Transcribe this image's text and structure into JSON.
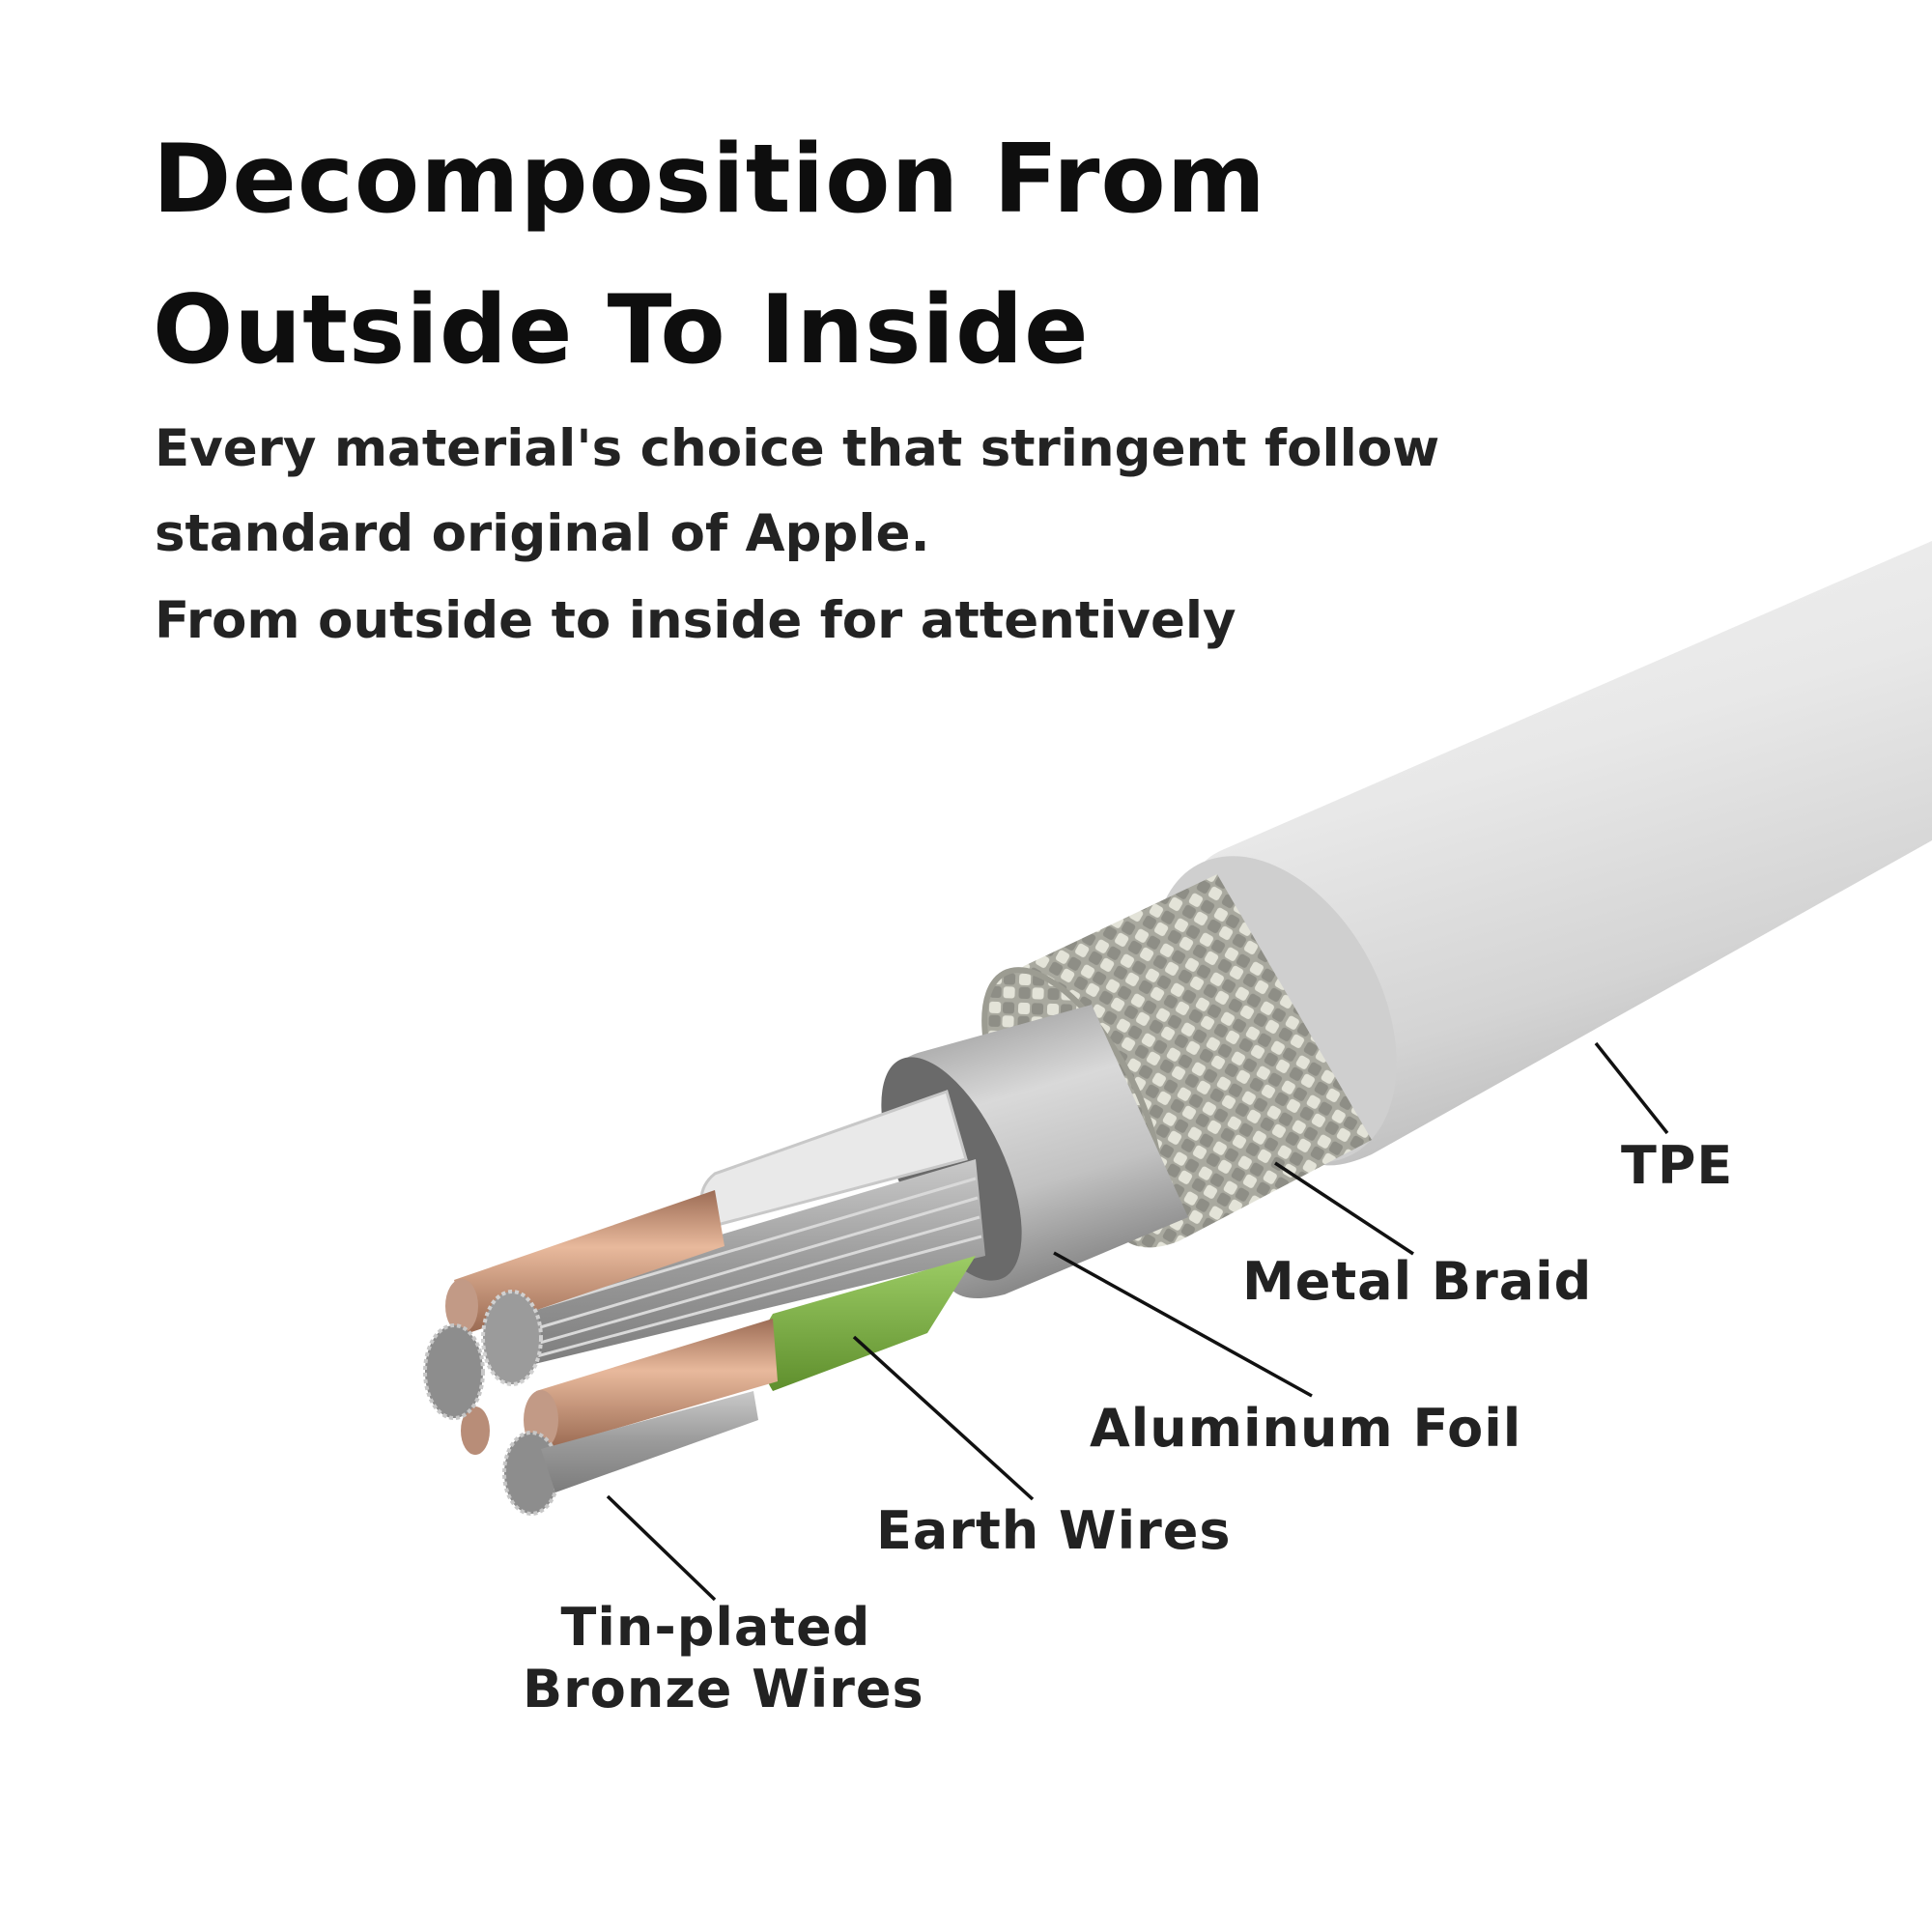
{
  "header": {
    "title_line1": "Decomposition From",
    "title_line2": "Outside To Inside",
    "subtitle_line1": "Every material's choice that stringent follow",
    "subtitle_line2": "standard original of Apple.",
    "subtitle_line3": "From outside to inside for attentively"
  },
  "diagram": {
    "subject": "cable cross-section",
    "labels": {
      "tpe": "TPE",
      "metal_braid": "Metal Braid",
      "aluminum_foil": "Aluminum Foil",
      "earth_wires": "Earth Wires",
      "tin_plated_line1": "Tin-plated",
      "tin_plated_line2": "Bronze Wires"
    },
    "layers_outside_to_inside": [
      "TPE",
      "Metal Braid",
      "Aluminum Foil",
      "Earth Wires",
      "Tin-plated Bronze Wires"
    ],
    "colors": {
      "jacket": "#e6e6e6",
      "braid": "#bdbdb4",
      "foil": "#b8b8b8",
      "copper": "#c9957a",
      "green_insulation": "#7cb342",
      "strand_gray": "#9a9a9a",
      "leader_line": "#111111",
      "text": "#222222"
    }
  }
}
